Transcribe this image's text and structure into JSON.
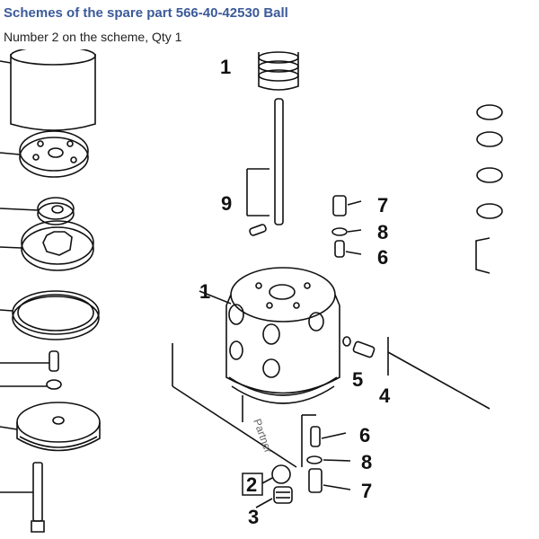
{
  "header": {
    "title": "Schemes of the spare part 566-40-42530 Ball",
    "subtitle": "Number 2 on the scheme, Qty 1"
  },
  "diagram": {
    "callouts": [
      "1",
      "9",
      "7",
      "8",
      "6",
      "1",
      "5",
      "4",
      "6",
      "8",
      "7",
      "2",
      "3"
    ],
    "watermark": "Partner",
    "highlighted_callout": "2"
  }
}
